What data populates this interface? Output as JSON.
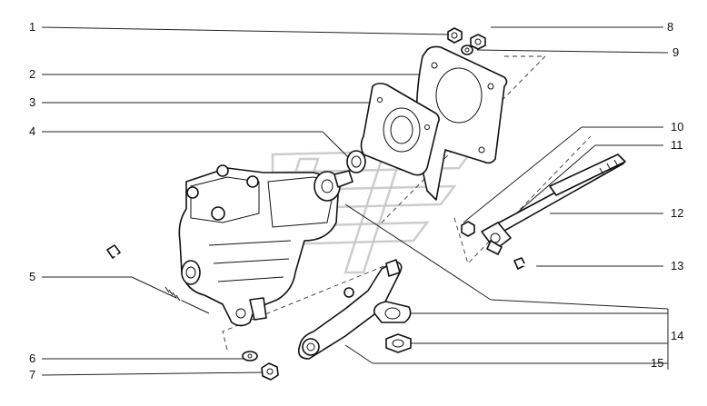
{
  "diagram": {
    "callouts": [
      {
        "id": "c1",
        "label": "1"
      },
      {
        "id": "c2",
        "label": "2"
      },
      {
        "id": "c3",
        "label": "3"
      },
      {
        "id": "c4",
        "label": "4"
      },
      {
        "id": "c5",
        "label": "5"
      },
      {
        "id": "c6",
        "label": "6"
      },
      {
        "id": "c7",
        "label": "7"
      },
      {
        "id": "c8",
        "label": "8"
      },
      {
        "id": "c9",
        "label": "9"
      },
      {
        "id": "c10",
        "label": "10"
      },
      {
        "id": "c11",
        "label": "11"
      },
      {
        "id": "c12",
        "label": "12"
      },
      {
        "id": "c13",
        "label": "13"
      },
      {
        "id": "c14",
        "label": "14"
      },
      {
        "id": "c15",
        "label": "15"
      }
    ],
    "watermark": "logo-watermark"
  }
}
